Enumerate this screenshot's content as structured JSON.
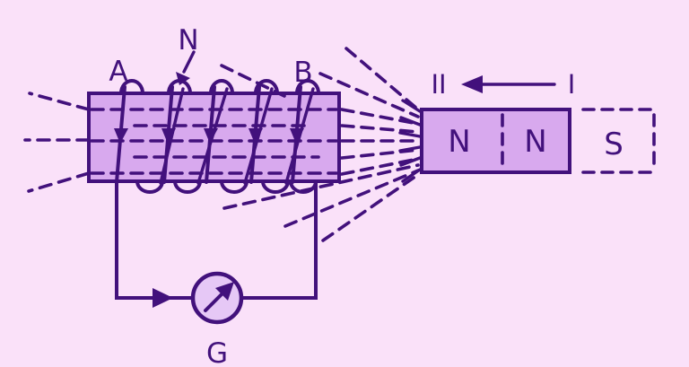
{
  "diagram": {
    "description": "Electromagnetic induction: bar magnet moving toward a solenoid coil connected to a galvanometer",
    "colors": {
      "background": "#fae1f9",
      "shape_fill": "#d8a9ee",
      "galvanometer_fill": "#e6c8f6",
      "line": "#42117c"
    },
    "coil": {
      "end_a_label": "A",
      "induced_pole_label": "N",
      "end_b_label": "B",
      "turns": 5
    },
    "magnet": {
      "pole_left_label": "N",
      "pole_right_label": "N",
      "ghost_pole_label": "S"
    },
    "motion": {
      "position_final_label": "II",
      "position_initial_label": "I",
      "direction": "left"
    },
    "galvanometer": {
      "label": "G"
    }
  }
}
